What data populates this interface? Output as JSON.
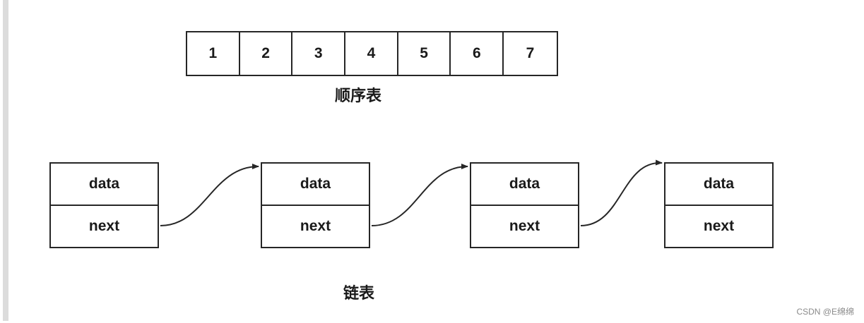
{
  "sequential_list": {
    "cells": [
      "1",
      "2",
      "3",
      "4",
      "5",
      "6",
      "7"
    ],
    "caption": "顺序表"
  },
  "linked_list": {
    "nodes": [
      {
        "data_label": "data",
        "next_label": "next"
      },
      {
        "data_label": "data",
        "next_label": "next"
      },
      {
        "data_label": "data",
        "next_label": "next"
      },
      {
        "data_label": "data",
        "next_label": "next"
      }
    ],
    "caption": "链表"
  },
  "watermark": "CSDN @E绵绵",
  "colors": {
    "stroke": "#262626",
    "text": "#1a1a1a",
    "side_rule": "#dcdcdc",
    "watermark": "#8a8a8a"
  }
}
